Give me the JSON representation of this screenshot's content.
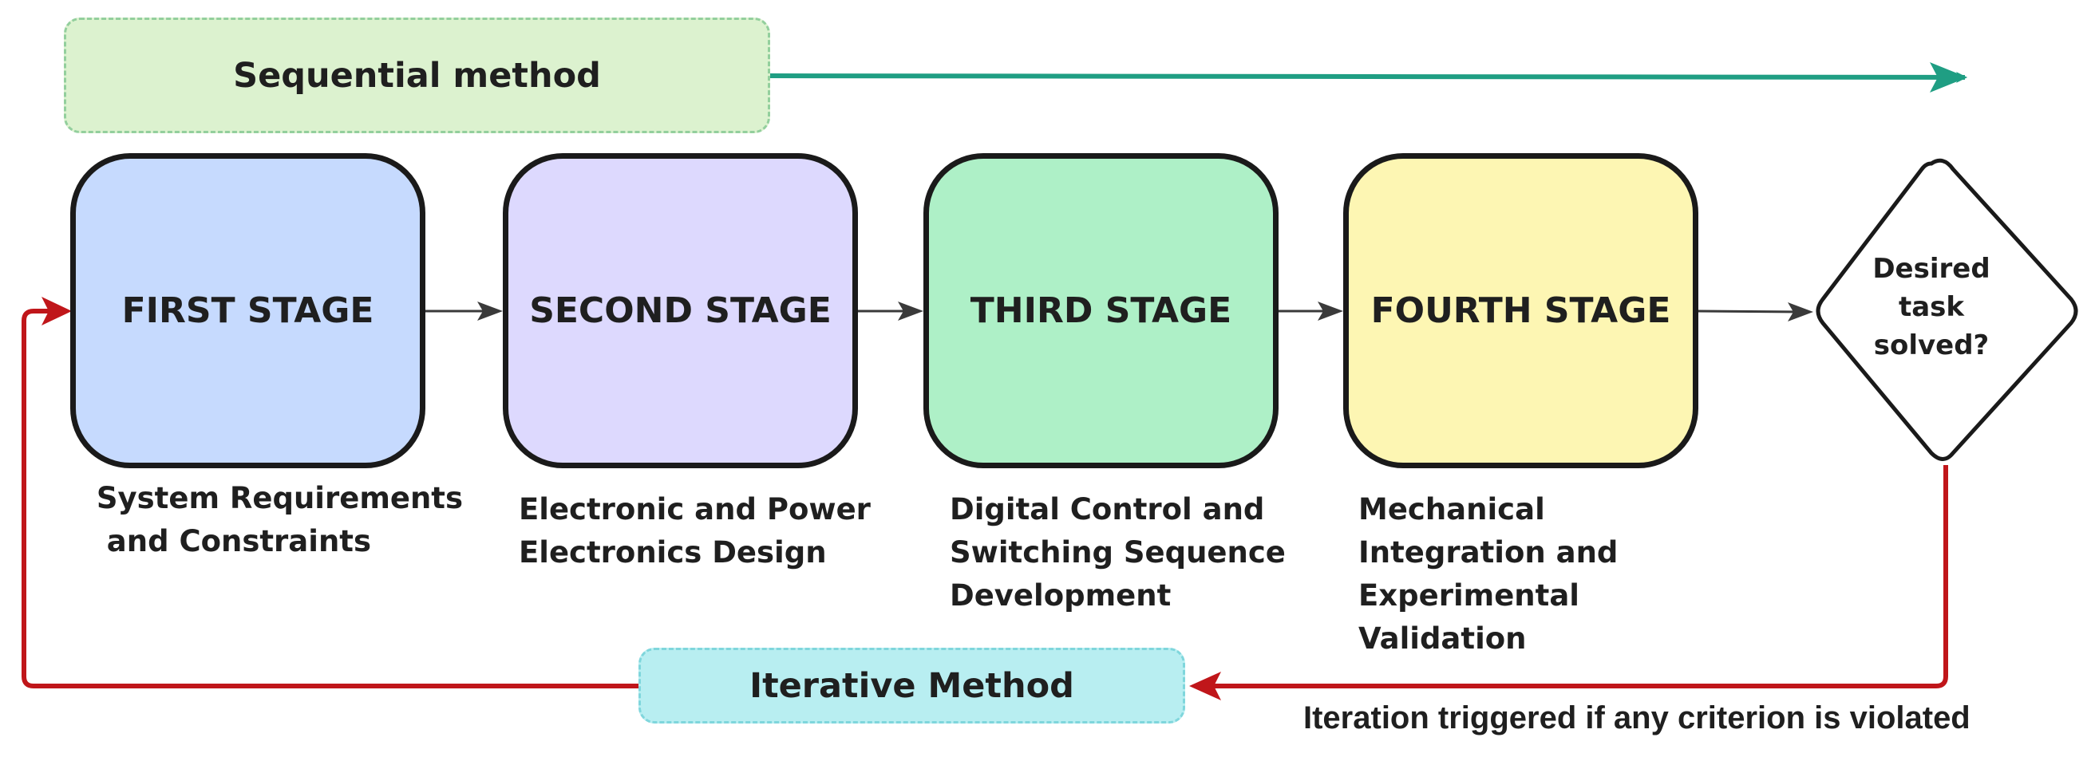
{
  "sequential": {
    "label": "Sequential method"
  },
  "iterative": {
    "label": "Iterative Method"
  },
  "stages": [
    {
      "title": "FIRST STAGE",
      "caption": [
        " System Requirements",
        "  and Constraints"
      ]
    },
    {
      "title": "SECOND STAGE",
      "caption": [
        "Electronic and Power",
        "Electronics Design"
      ]
    },
    {
      "title": "THIRD STAGE",
      "caption": [
        "Digital Control and",
        "Switching Sequence",
        "Development"
      ]
    },
    {
      "title": "FOURTH STAGE",
      "caption": [
        "Mechanical",
        "Integration and",
        "Experimental",
        "Validation"
      ]
    }
  ],
  "decision": {
    "lines": [
      "Desired",
      "task",
      "solved?"
    ]
  },
  "iteration_note": "Iteration triggered if any criterion is violated",
  "colors": {
    "sequential_arrow": "#1f9e83",
    "feedback_arrow": "#c0161a",
    "stage1": "#c6dafe",
    "stage2": "#ddd9fe",
    "stage3": "#aef0c7",
    "stage4": "#fdf6b3"
  }
}
